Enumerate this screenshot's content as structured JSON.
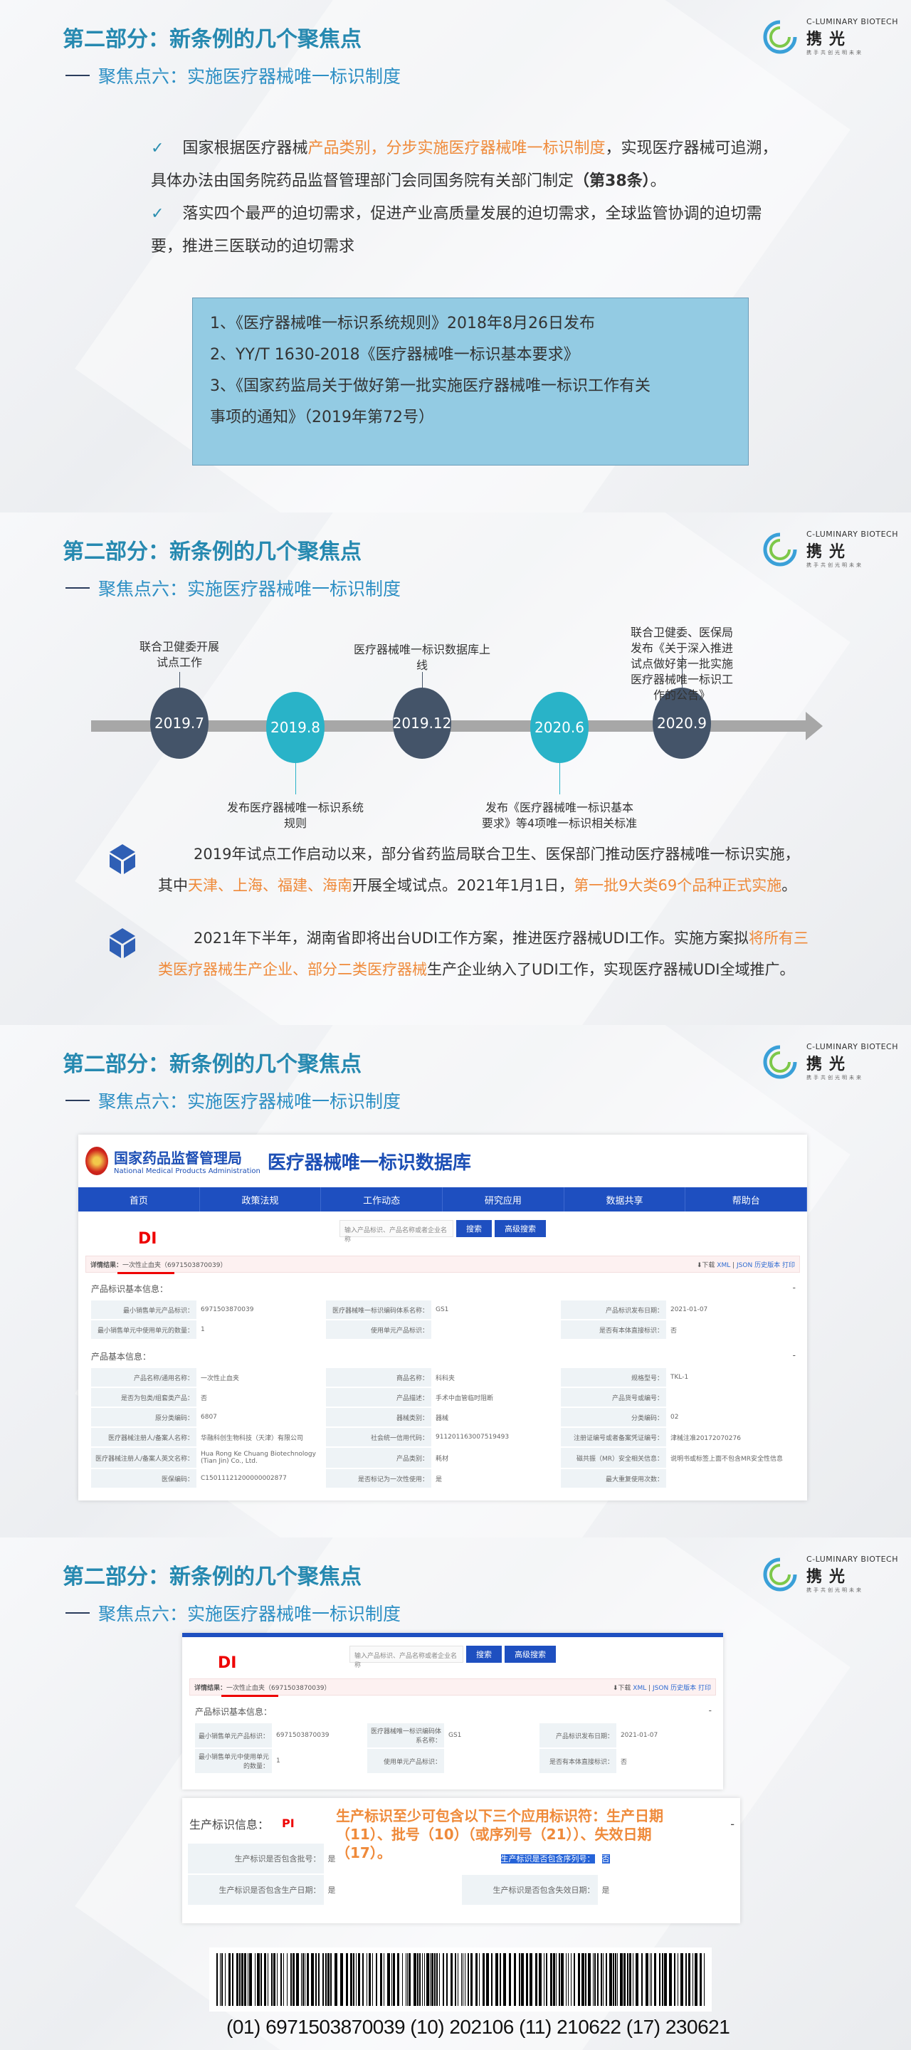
{
  "header": {
    "title": "第二部分：新条例的几个聚焦点",
    "subtitle": "聚焦点六：实施医疗器械唯一标识制度"
  },
  "logo": {
    "en": "C-LUMINARY BIOTECH",
    "cn": "携光",
    "tag": "携手共创光明未来"
  },
  "colors": {
    "title": "#2689b0",
    "accent": "#ef8a3a",
    "navy": "#445469",
    "teal": "#29b3c8",
    "nav": "#1e4fc0"
  },
  "slide1": {
    "check": "✓",
    "b1": {
      "a": "国家根据医疗器械",
      "b": "产品类别，分步实施医疗器械唯一标识制度",
      "c": "，实现医疗器械可追溯，具体办法由国务院药品监督管理部门会同国务院有关部门制定",
      "d": "（第38条）",
      "e": "。"
    },
    "b2": "落实四个最严的迫切需求，促进产业高质量发展的迫切需求，全球监管协调的迫切需要，推进三医联动的迫切需求",
    "box": [
      "1、《医疗器械唯一标识系统规则》2018年8月26日发布",
      "2、YY/T 1630-2018《医疗器械唯一标识基本要求》",
      "3、《国家药监局关于做好第一批实施医疗器械唯一标识工作有关事项的通知》（2019年第72号）"
    ]
  },
  "slide2": {
    "nodes": [
      {
        "date": "2019.7",
        "label": "联合卫健委开展试点工作"
      },
      {
        "date": "2019.8",
        "label": "发布医疗器械唯一标识系统规则"
      },
      {
        "date": "2019.12",
        "label": "医疗器械唯一标识数据库上线"
      },
      {
        "date": "2020.6",
        "label": "发布《医疗器械唯一标识基本要求》等4项唯一标识相关标准"
      },
      {
        "date": "2020.9",
        "label": "联合卫健委、医保局发布《关于深入推进试点做好第一批实施医疗器械唯一标识工作的公告》"
      }
    ],
    "p1": {
      "a": "2019年试点工作启动以来，部分省药监局联合卫生、医保部门推动医疗器械唯一标识实施，其中",
      "b": "天津、上海、福建、海南",
      "c": "开展全域试点。2021年1月1日，",
      "d": "第一批9大类69个品种正式实施",
      "e": "。"
    },
    "p2": {
      "a": "2021年下半年，湖南省即将出台UDI工作方案，推进医疗器械UDI工作。实施方案拟",
      "b": "将所有三类医疗器械生产企业、部分二类医疗器械",
      "c": "生产企业纳入了UDI工作，实现医疗器械UDI全域推广。"
    }
  },
  "db": {
    "org_cn": "国家药品监督管理局",
    "org_en": "National Medical Products Administration",
    "db_title": "医疗器械唯一标识数据库",
    "nav": [
      "首页",
      "政策法规",
      "工作动态",
      "研究应用",
      "数据共享",
      "帮助台"
    ],
    "search_placeholder": "输入产品标识、产品名称或者企业名称",
    "search": "搜索",
    "adv_search": "高级搜索",
    "di": "DI",
    "pi": "PI",
    "detail_label": "详情结果：",
    "detail_value": "一次性止血夹（6971503870039）",
    "download": "⬇下载",
    "xml": "XML",
    "json": "JSON",
    "history": "历史版本",
    "print": "打印",
    "sep": "|",
    "sec1": "产品标识基本信息：",
    "sec2": "产品基本信息：",
    "sec3": "生产标识信息：",
    "collapse": "-",
    "t1": [
      [
        "最小销售单元产品标识：",
        "6971503870039",
        "医疗器械唯一标识编码体系名称：",
        "GS1",
        "产品标识发布日期：",
        "2021-01-07"
      ],
      [
        "最小销售单元中使用单元的数量：",
        "1",
        "使用单元产品标识：",
        "",
        "是否有本体直接标识：",
        "否"
      ]
    ],
    "t2": [
      [
        "产品名称/通用名称：",
        "一次性止血夹",
        "商品名称：",
        "科科夹",
        "规格型号：",
        "TKL-1"
      ],
      [
        "是否为包类/组套类产品：",
        "否",
        "产品描述：",
        "手术中血管临时阻断",
        "产品货号或编号：",
        ""
      ],
      [
        "原分类编码：",
        "6807",
        "器械类别：",
        "器械",
        "分类编码：",
        "02"
      ],
      [
        "医疗器械注册人/备案人名称：",
        "华融科创生物科技（天津）有限公司",
        "社会统一信用代码：",
        "911201163007519493",
        "注册证编号或者备案凭证编号：",
        "津械注准20172070276"
      ],
      [
        "医疗器械注册人/备案人英文名称：",
        "Hua Rong Ke Chuang Biotechnology (Tian Jin) Co., Ltd.",
        "产品类别：",
        "耗材",
        "磁共振（MR）安全相关信息：",
        "说明书或标签上面不包含MR安全性信息"
      ],
      [
        "医保编码：",
        "C15011121200000002877",
        "是否标记为一次性使用：",
        "是",
        "最大重复使用次数：",
        ""
      ]
    ],
    "t3": [
      [
        "生产标识是否包含批号：",
        "是",
        "生产标识是否包含序列号：",
        "否"
      ],
      [
        "生产标识是否包含生产日期：",
        "是",
        "生产标识是否包含失效日期：",
        "是"
      ]
    ]
  },
  "slide4": {
    "annotation": "生产标识至少可包含以下三个应用标识符：生产日期（11）、批号（10）（或序列号（21））、失效日期（17）。",
    "barcode_text": "(01) 6971503870039 (10) 202106 (11)  210622 (17) 230621"
  }
}
